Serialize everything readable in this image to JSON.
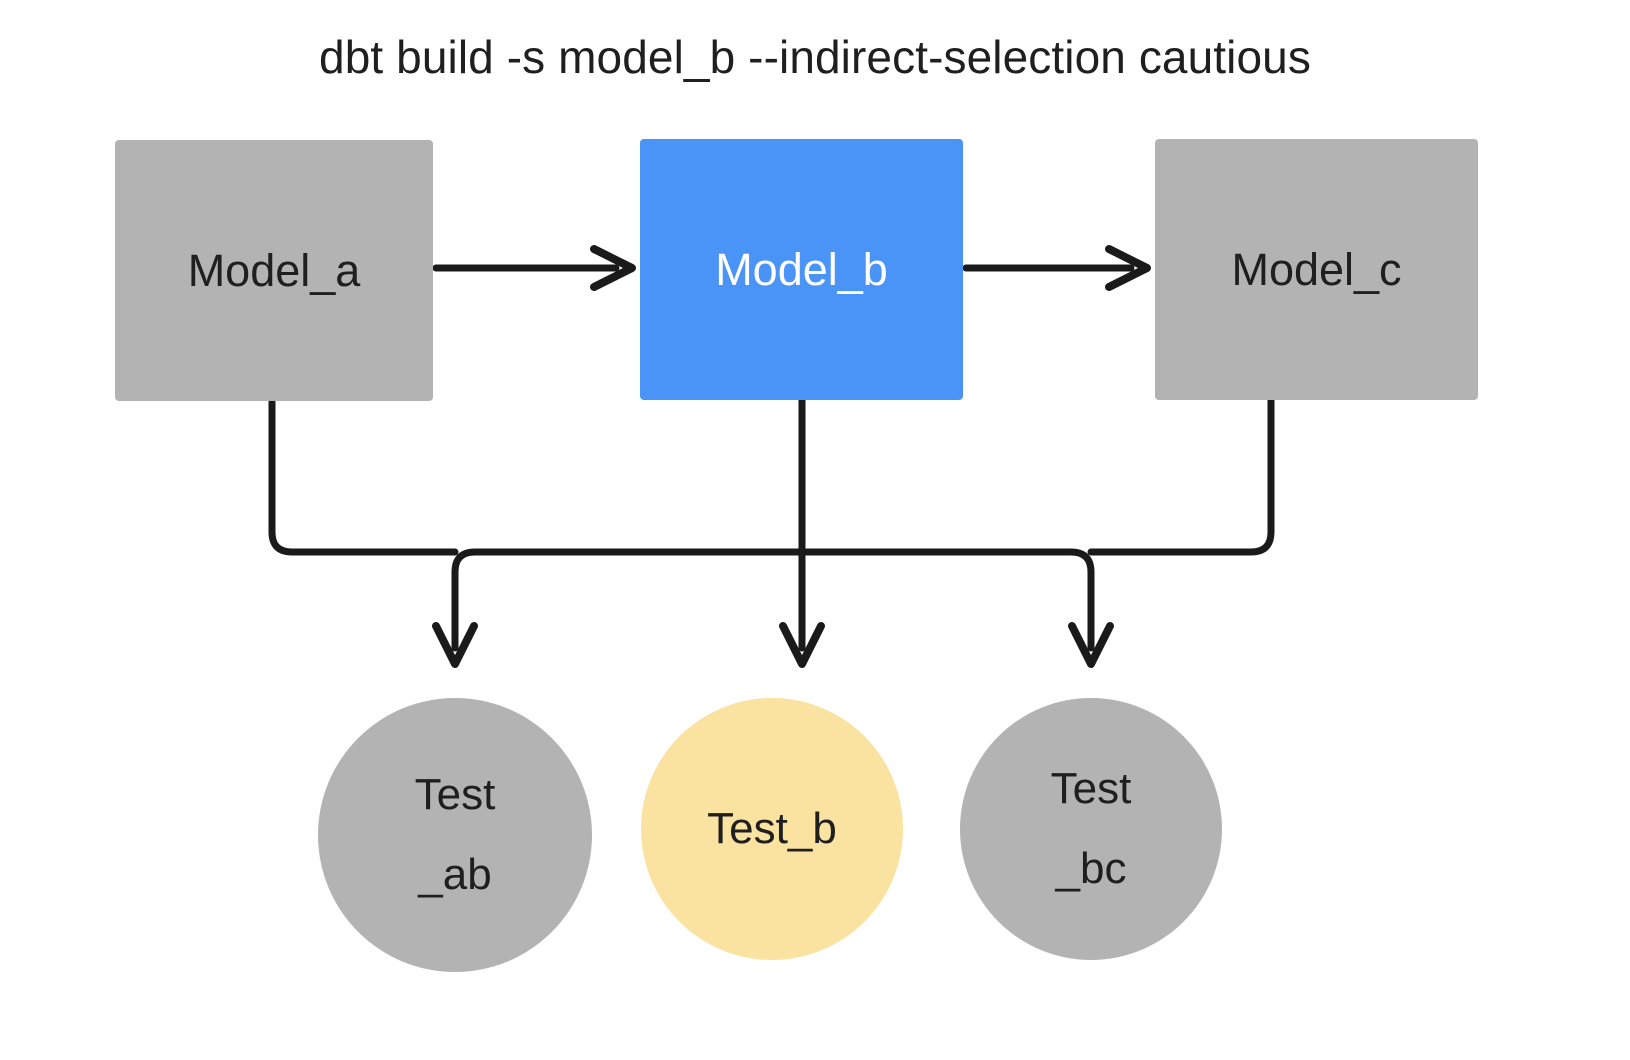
{
  "diagram": {
    "title": "dbt build -s model_b --indirect-selection cautious",
    "background_color": "#ffffff",
    "edge_color": "#1a1a1a",
    "colors": {
      "unselected_gray": "#b3b3b3",
      "selected_blue": "#4a94f8",
      "indirect_yellow": "#fae3a0",
      "text_dark": "#1f1f1f",
      "text_light": "#ffffff"
    },
    "nodes": {
      "model_a": {
        "label": "Model_a",
        "shape": "rectangle",
        "fill": "#b3b3b3",
        "state": "not-selected"
      },
      "model_b": {
        "label": "Model_b",
        "shape": "rectangle",
        "fill": "#4a94f8",
        "state": "selected"
      },
      "model_c": {
        "label": "Model_c",
        "shape": "rectangle",
        "fill": "#b3b3b3",
        "state": "not-selected"
      },
      "test_ab": {
        "label_line1": "Test",
        "label_line2": "_ab",
        "shape": "circle",
        "fill": "#b3b3b3",
        "state": "not-selected"
      },
      "test_b": {
        "label_line1": "Test_b",
        "label_line2": "",
        "shape": "circle",
        "fill": "#fae3a0",
        "state": "indirectly-selected"
      },
      "test_bc": {
        "label_line1": "Test",
        "label_line2": "_bc",
        "shape": "circle",
        "fill": "#b3b3b3",
        "state": "not-selected"
      }
    },
    "edges": [
      {
        "from": "model_a",
        "to": "model_b",
        "style": "straight-arrow"
      },
      {
        "from": "model_b",
        "to": "model_c",
        "style": "straight-arrow"
      },
      {
        "from": "model_a",
        "to": "test_ab",
        "style": "elbow-arrow"
      },
      {
        "from": "model_b",
        "to": "test_ab",
        "style": "elbow-arrow"
      },
      {
        "from": "model_b",
        "to": "test_b",
        "style": "straight-arrow"
      },
      {
        "from": "model_b",
        "to": "test_bc",
        "style": "elbow-arrow"
      },
      {
        "from": "model_c",
        "to": "test_bc",
        "style": "elbow-arrow"
      }
    ]
  }
}
